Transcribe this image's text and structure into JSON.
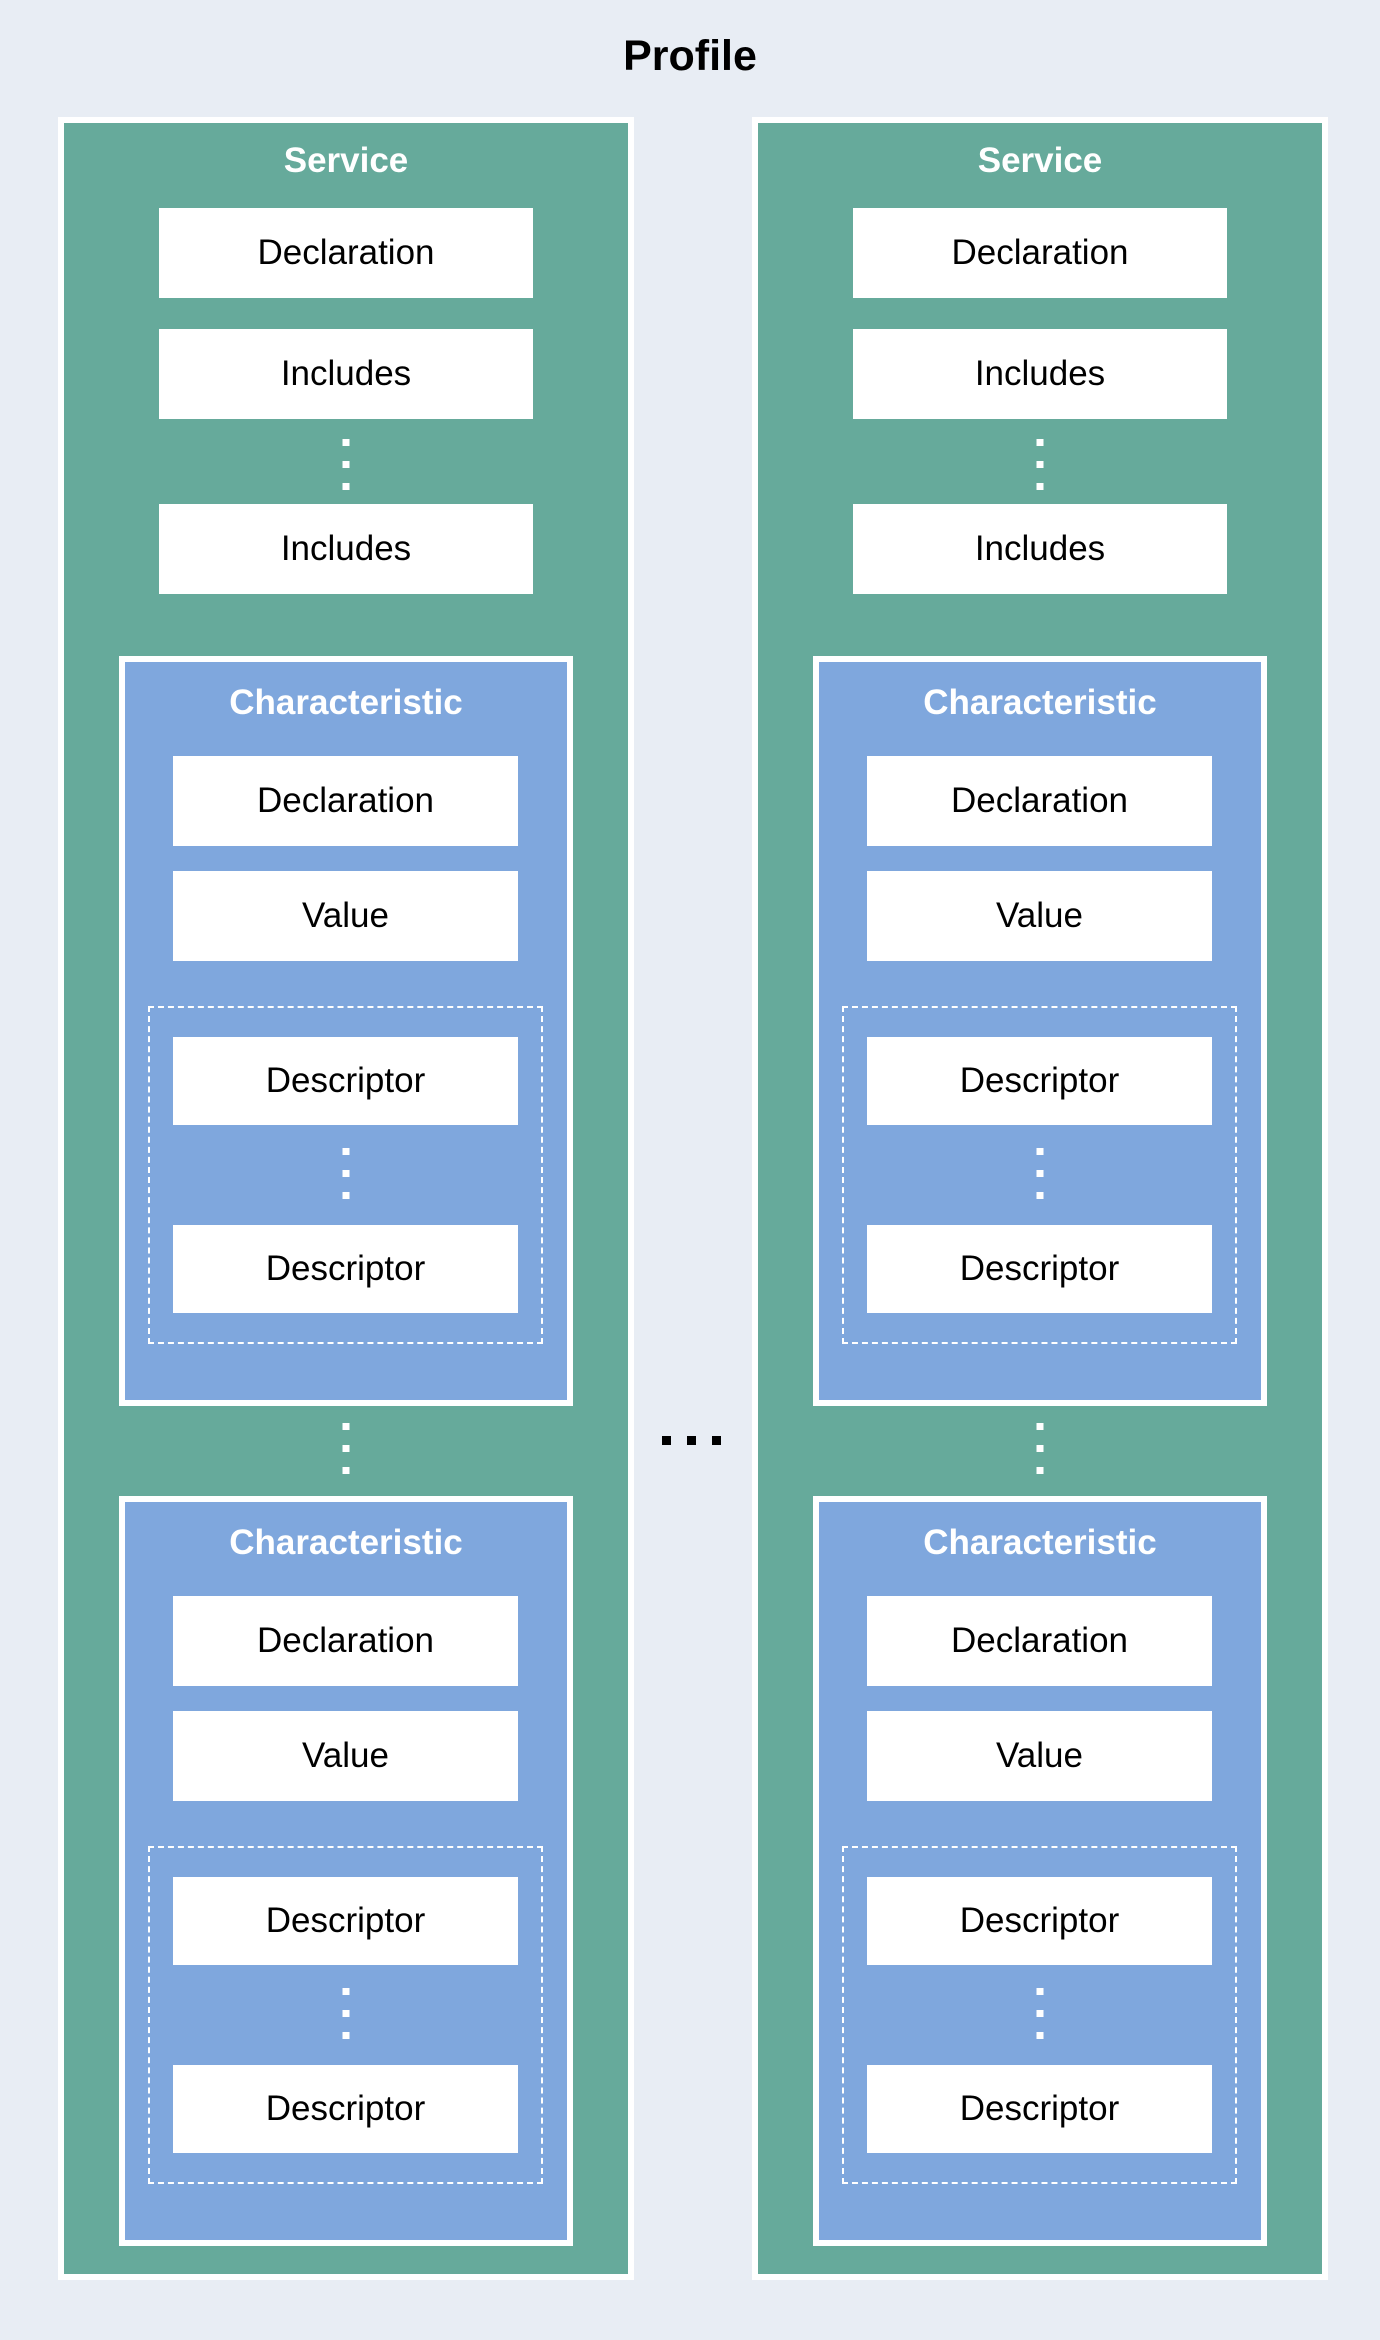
{
  "page_title": "Profile",
  "colors": {
    "background": "#E8EDF4",
    "service_green": "#66AA9B",
    "characteristic_blue": "#7FA7DD",
    "box_white": "#FFFFFF",
    "header_text": "#FFFFFF",
    "label_text": "#000000"
  },
  "services": [
    {
      "header": "Service",
      "declaration": "Declaration",
      "includes_1": "Includes",
      "includes_2": "Includes",
      "characteristics": [
        {
          "header": "Characteristic",
          "declaration": "Declaration",
          "value": "Value",
          "descriptors": [
            "Descriptor",
            "Descriptor"
          ]
        },
        {
          "header": "Characteristic",
          "declaration": "Declaration",
          "value": "Value",
          "descriptors": [
            "Descriptor",
            "Descriptor"
          ]
        }
      ]
    },
    {
      "header": "Service",
      "declaration": "Declaration",
      "includes_1": "Includes",
      "includes_2": "Includes",
      "characteristics": [
        {
          "header": "Characteristic",
          "declaration": "Declaration",
          "value": "Value",
          "descriptors": [
            "Descriptor",
            "Descriptor"
          ]
        },
        {
          "header": "Characteristic",
          "declaration": "Declaration",
          "value": "Value",
          "descriptors": [
            "Descriptor",
            "Descriptor"
          ]
        }
      ]
    }
  ]
}
